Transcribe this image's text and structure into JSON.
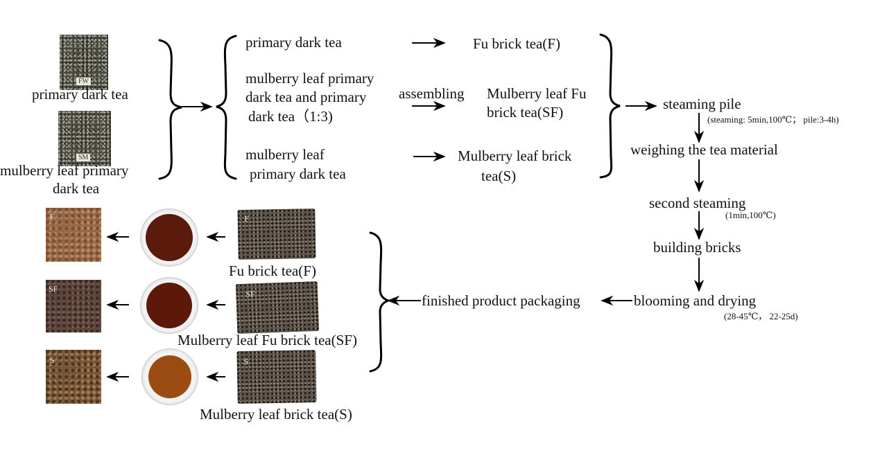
{
  "left": {
    "image1_tag": "FW",
    "image1_label": "primary dark tea",
    "image2_tag": "SM",
    "image2_label_line1": "mulberry leaf primary",
    "image2_label_line2": "dark tea"
  },
  "recipes": [
    {
      "input_line1": "primary dark tea",
      "input_line2": "",
      "output_line1": "Fu brick tea(F)",
      "output_line2": ""
    },
    {
      "input_line1": "mulberry leaf primary",
      "input_line2": "dark tea  and primary",
      "input_line3": "dark tea（1:3)",
      "output_line1": "Mulberry leaf Fu",
      "output_line2": "brick tea(SF)"
    },
    {
      "input_line1": "mulberry leaf",
      "input_line2": "primary dark tea",
      "output_line1": "Mulberry leaf brick",
      "output_line2": "tea(S)"
    }
  ],
  "assembling_label": "assembling",
  "process": {
    "step1": "steaming pile",
    "step1_note": "(steaming: 5min,100℃； pile:3-4h)",
    "step2": "weighing the tea material",
    "step3": "second steaming",
    "step3_note": "(1min,100℃)",
    "step4": "building bricks",
    "step5": "blooming and drying",
    "step5_note": "(28-45℃， 22-25d)",
    "step6": "finished product packaging"
  },
  "products": [
    {
      "tag": "F",
      "label": "Fu brick tea(F)",
      "powder_tag": "F",
      "liquor_color": "#5a1a0c"
    },
    {
      "tag": "SF",
      "label": "Mulberry leaf Fu brick tea(SF)",
      "powder_tag": "SF",
      "liquor_color": "#5c1808"
    },
    {
      "tag": "S",
      "label": "Mulberry leaf brick tea(S)",
      "powder_tag": "S",
      "liquor_color": "#9a4c12"
    }
  ]
}
